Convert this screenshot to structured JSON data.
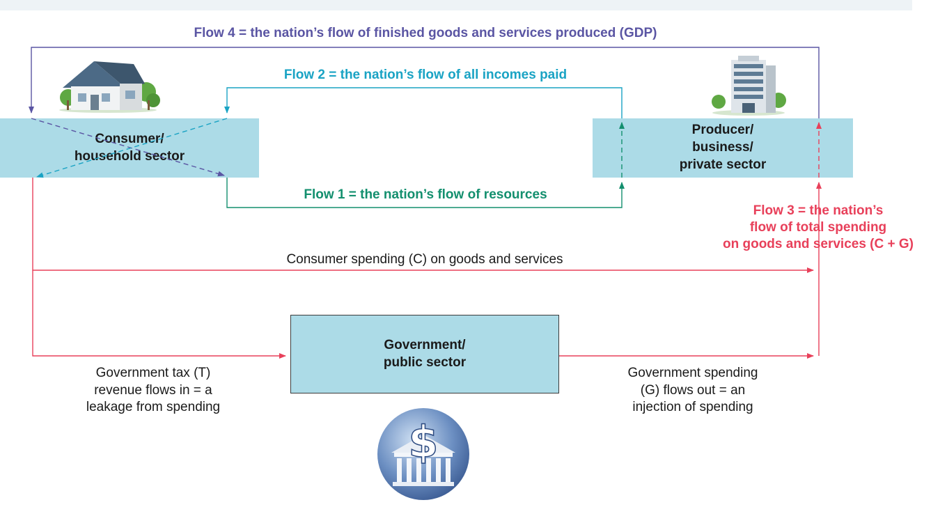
{
  "flows": {
    "flow4": "Flow 4 = the nation’s flow of finished goods and services produced (GDP)",
    "flow2": "Flow 2 = the nation’s flow of all incomes paid",
    "flow1": "Flow 1 = the nation’s flow of resources",
    "flow3": [
      "Flow 3 = the nation’s",
      "flow of total spending",
      "on goods and services (C + G)"
    ]
  },
  "sectors": {
    "consumer": [
      "Consumer/",
      "household sector"
    ],
    "producer": [
      "Producer/",
      "business/",
      "private sector"
    ],
    "government": [
      "Government/",
      "public sector"
    ]
  },
  "labels": {
    "consumer_spending": "Consumer spending (C) on goods and services",
    "tax": [
      "Government tax (T)",
      "revenue flows in = a",
      "leakage from spending"
    ],
    "gov_spending": [
      "Government spending",
      "(G) flows out = an",
      "injection of spending"
    ]
  },
  "icons": {
    "consumer": "house-icon",
    "producer": "office-building-icon",
    "government": "government-dollar-icon"
  },
  "colors": {
    "flow4": "#5a55a3",
    "flow2": "#1aa3c4",
    "flow1": "#138f6e",
    "flow3": "#e8405a"
  }
}
